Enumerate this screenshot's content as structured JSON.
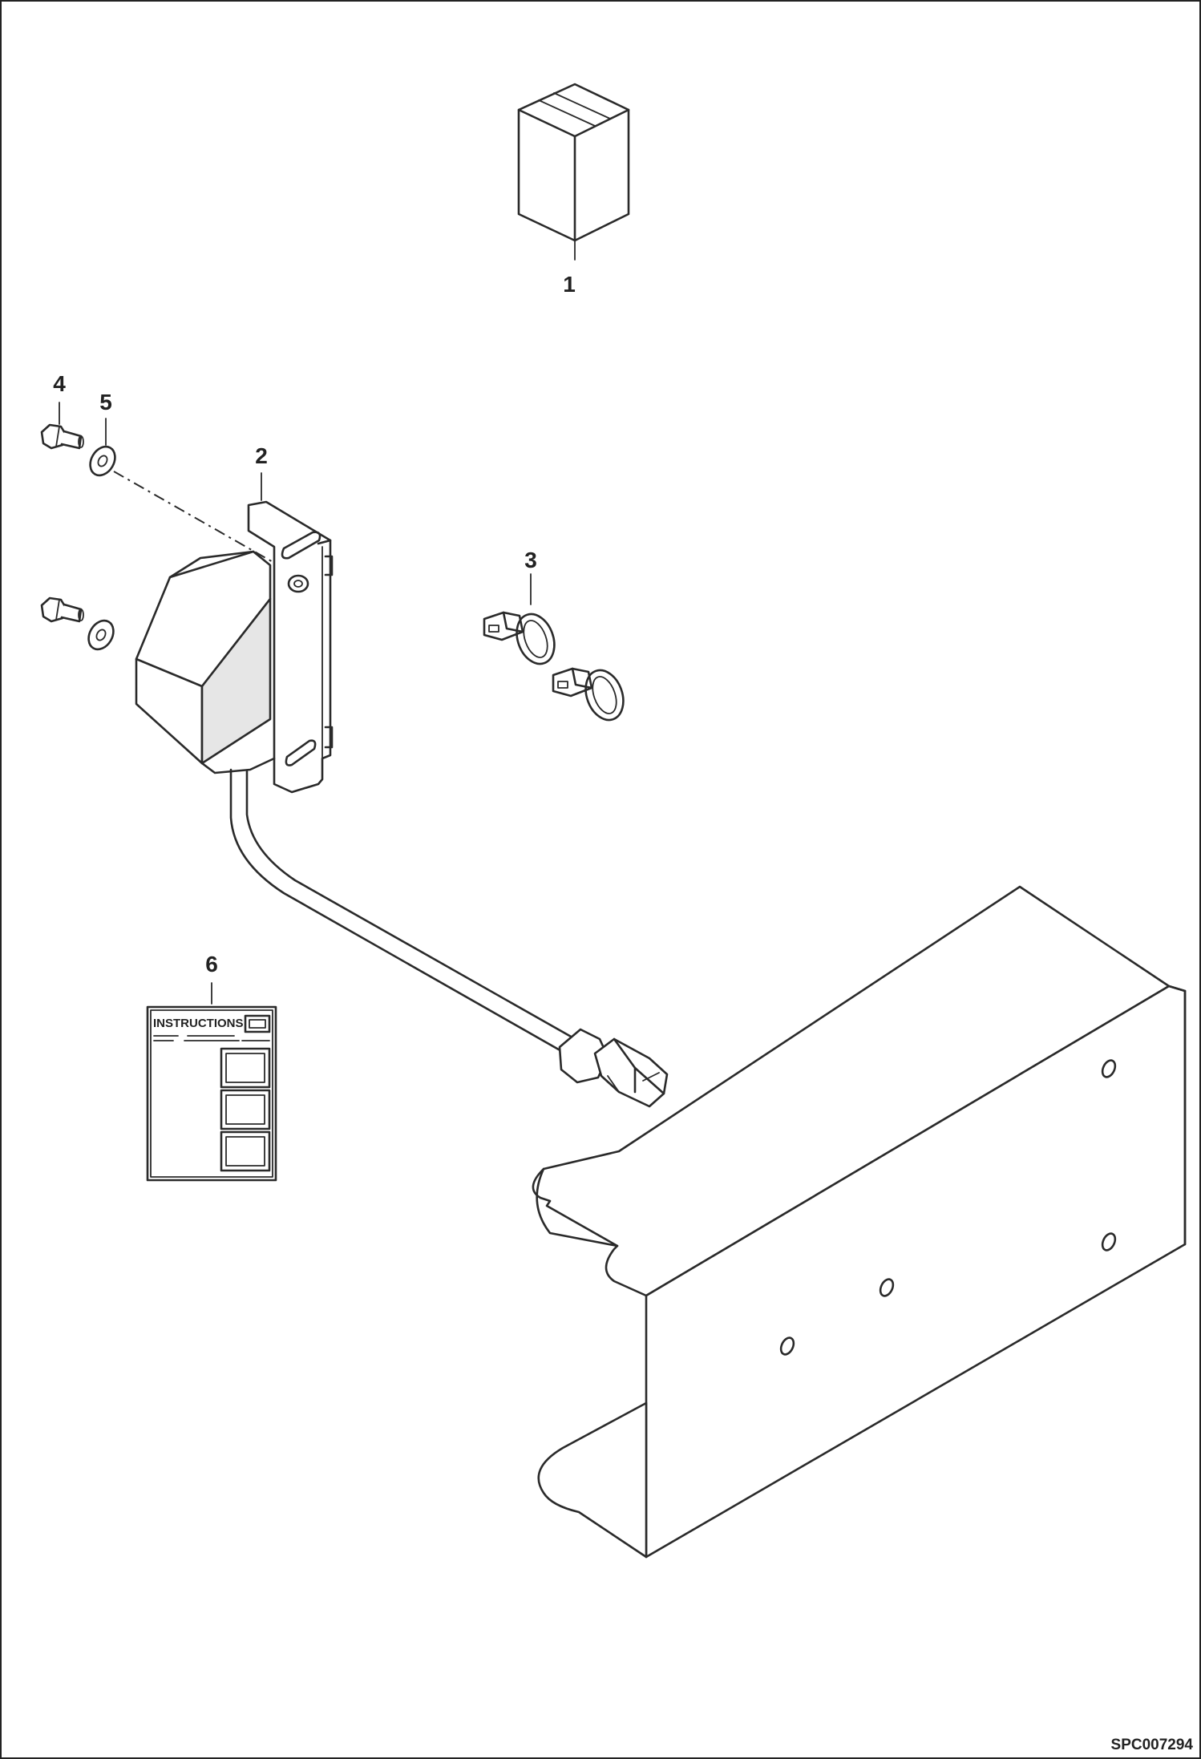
{
  "callouts": {
    "item1": "1",
    "item2": "2",
    "item3": "3",
    "item4": "4",
    "item5": "5",
    "item6": "6"
  },
  "decal": {
    "title": "INSTRUCTIONS"
  },
  "reference_code": "SPC007294",
  "colors": {
    "line": "#2a2a2a",
    "background": "#ffffff",
    "shade": "#e6e6e6"
  }
}
